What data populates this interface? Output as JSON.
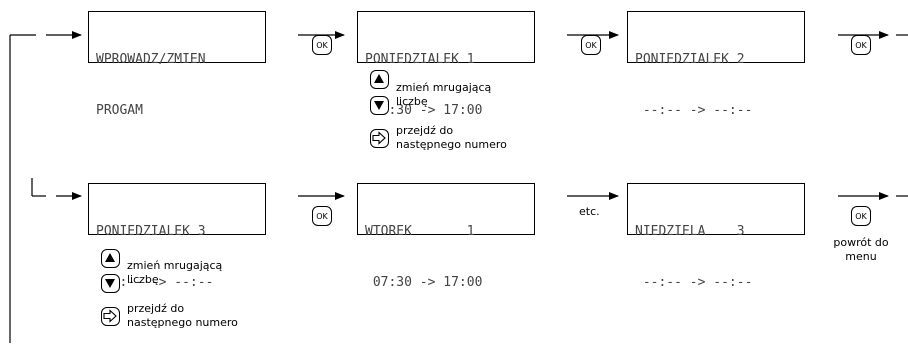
{
  "displays": [
    {
      "line1": "WPROWADZ/ZMIEN",
      "line2": "PROGAM"
    },
    {
      "line1": "PONIEDZIALEK 1",
      "line2": " 07:30 -> 17:00"
    },
    {
      "line1": "PONIEDZIALEK 2",
      "line2": " --:-- -> --:--"
    },
    {
      "line1": "PONIEDZIALEK 3",
      "line2": " --:-- -> --:--"
    },
    {
      "line1": "WTOREK       1",
      "line2": " 07:30 -> 17:00"
    },
    {
      "line1": "NIEDZIELA    3",
      "line2": " --:-- -> --:--"
    }
  ],
  "ok_label": "OK",
  "legend": {
    "change_line1": "zmień mrugającą",
    "change_line2": "liczbę",
    "next_line1": "przejdź do",
    "next_line2": "następnego numero"
  },
  "etc_label": "etc.",
  "return_line1": "powrót do",
  "return_line2": "menu",
  "icons": [
    "up-arrow-icon",
    "down-arrow-icon",
    "right-arrow-icon",
    "ok-button-icon"
  ]
}
